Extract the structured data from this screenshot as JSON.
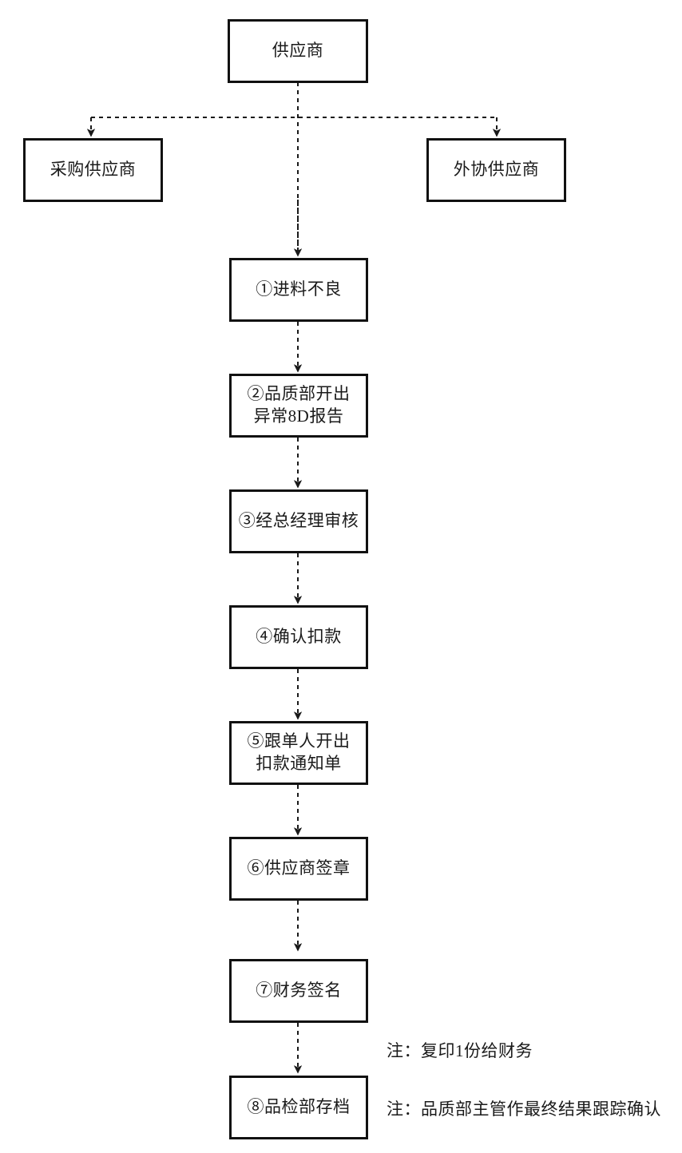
{
  "diagram": {
    "title_node": {
      "id": "supplier",
      "label": "供应商"
    },
    "branch_nodes": [
      {
        "id": "purchase-supplier",
        "label": "采购供应商"
      },
      {
        "id": "outsourcing-supplier",
        "label": "外协供应商"
      }
    ],
    "process_nodes": [
      {
        "id": "step-1",
        "label": "①进料不良"
      },
      {
        "id": "step-2",
        "label": "②品质部开出\n异常8D报告"
      },
      {
        "id": "step-3",
        "label": "③经总经理审核"
      },
      {
        "id": "step-4",
        "label": "④确认扣款"
      },
      {
        "id": "step-5",
        "label": "⑤跟单人开出\n扣款通知单"
      },
      {
        "id": "step-6",
        "label": "⑥供应商签章"
      },
      {
        "id": "step-7",
        "label": "⑦财务签名"
      },
      {
        "id": "step-8",
        "label": "⑧品检部存档"
      }
    ],
    "notes": [
      {
        "id": "note-copy-finance",
        "text": "注：复印1份给财务"
      },
      {
        "id": "note-qa-tracking",
        "text": "注：品质部主管作最终结果跟踪确认"
      }
    ],
    "colors": {
      "node_border": "#111111",
      "node_fill": "#ffffff",
      "text": "#1a1a1a",
      "edge": "#1a1a1a",
      "background": "#ffffff"
    },
    "edge_style": "dashed-with-arrowhead"
  }
}
